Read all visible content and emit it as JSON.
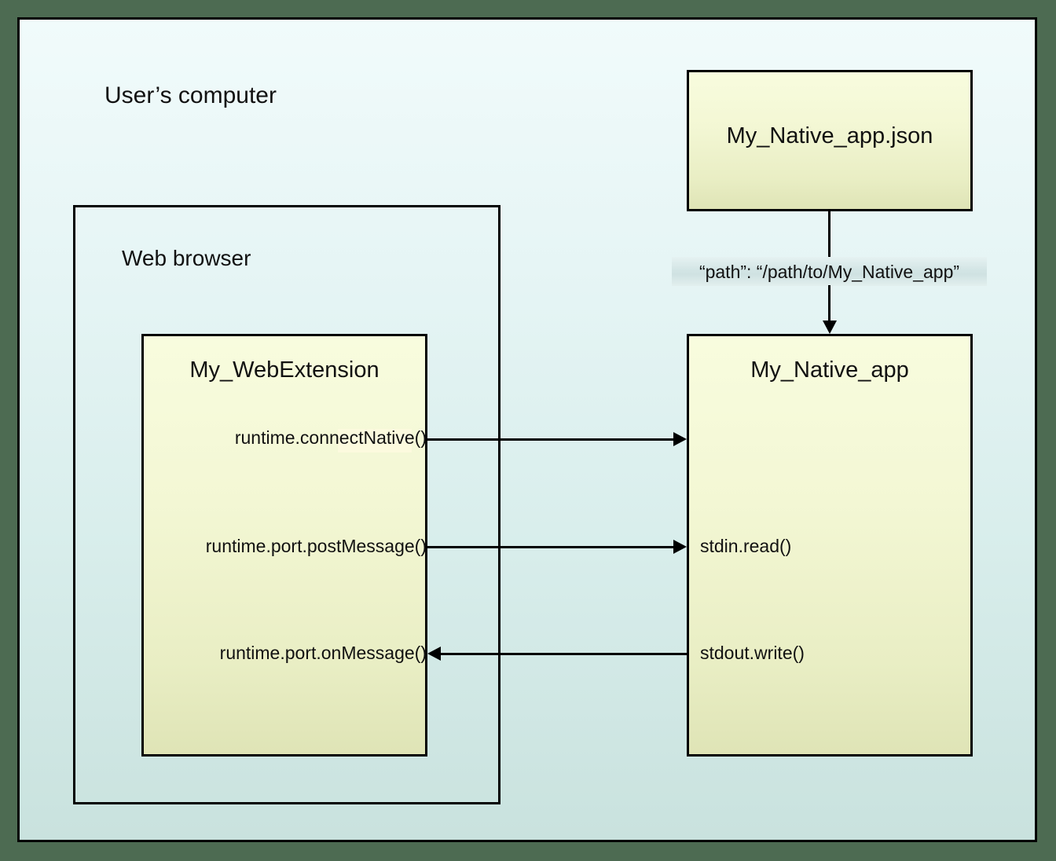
{
  "diagram": {
    "outer_label": "User’s computer",
    "browser_label": "Web browser",
    "boxes": {
      "webextension": "My_WebExtension",
      "native_app": "My_Native_app",
      "native_json": "My_Native_app.json"
    },
    "api_calls": {
      "connect_native": "runtime.connectNative()",
      "post_message": "runtime.port.postMessage()",
      "on_message": "runtime.port.onMessage()",
      "stdin_read": "stdin.read()",
      "stdout_write": "stdout.write()"
    },
    "path_label": "“path”: “/path/to/My_Native_app”",
    "colors": {
      "page_border": "#4d6b52",
      "canvas_top": "#f1fbfb",
      "canvas_bottom": "#c9e2de",
      "box_fill_top": "#f8fcde",
      "box_fill_bottom": "#dfe4b6",
      "stroke": "#000000",
      "highlight": "#fcfade",
      "band": "#d3e5e5"
    }
  }
}
